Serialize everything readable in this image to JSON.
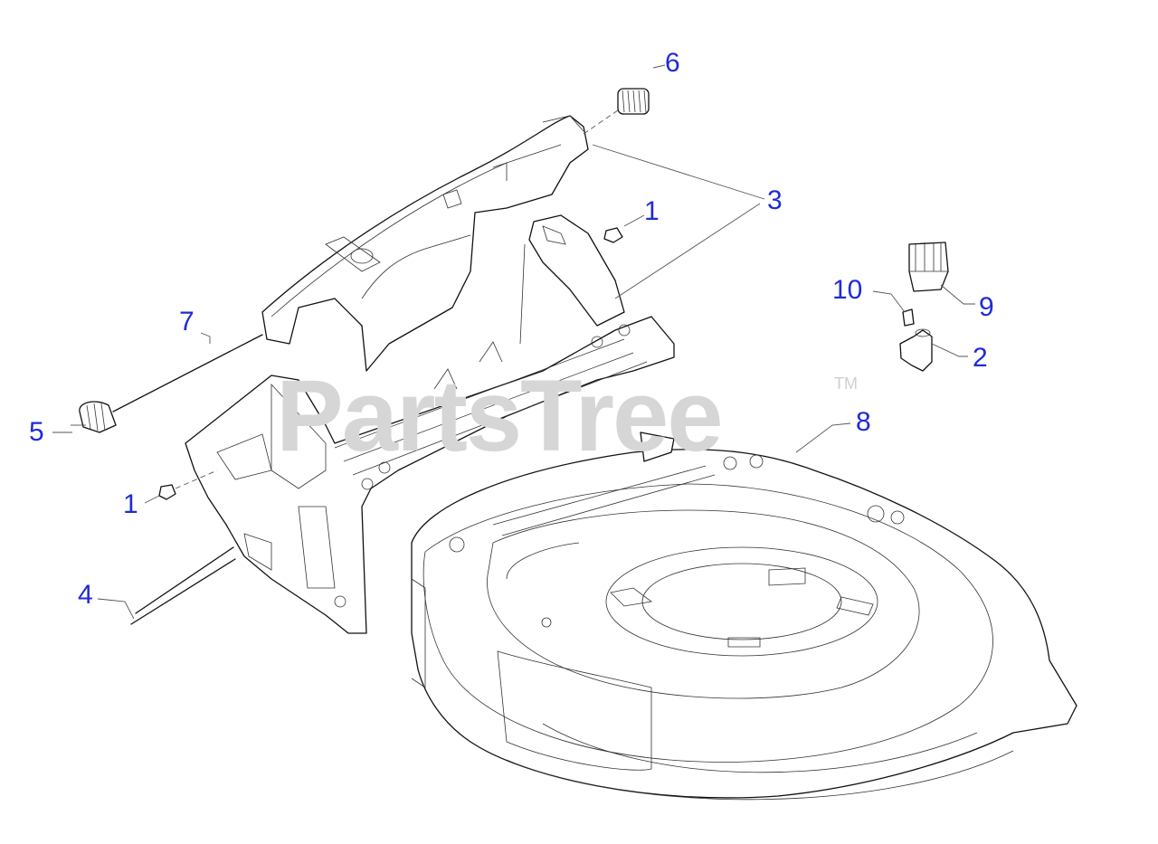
{
  "watermark": {
    "text": "PartsTree",
    "trademark": "TM"
  },
  "callouts": [
    {
      "id": "6",
      "label": "6"
    },
    {
      "id": "3",
      "label": "3"
    },
    {
      "id": "1a",
      "label": "1"
    },
    {
      "id": "10",
      "label": "10"
    },
    {
      "id": "9",
      "label": "9"
    },
    {
      "id": "7",
      "label": "7"
    },
    {
      "id": "2",
      "label": "2"
    },
    {
      "id": "5",
      "label": "5"
    },
    {
      "id": "8",
      "label": "8"
    },
    {
      "id": "1b",
      "label": "1"
    },
    {
      "id": "4",
      "label": "4"
    }
  ],
  "colors": {
    "callout": "#1f2bd6",
    "watermark": "#d6d6d6",
    "line": "#111111"
  }
}
